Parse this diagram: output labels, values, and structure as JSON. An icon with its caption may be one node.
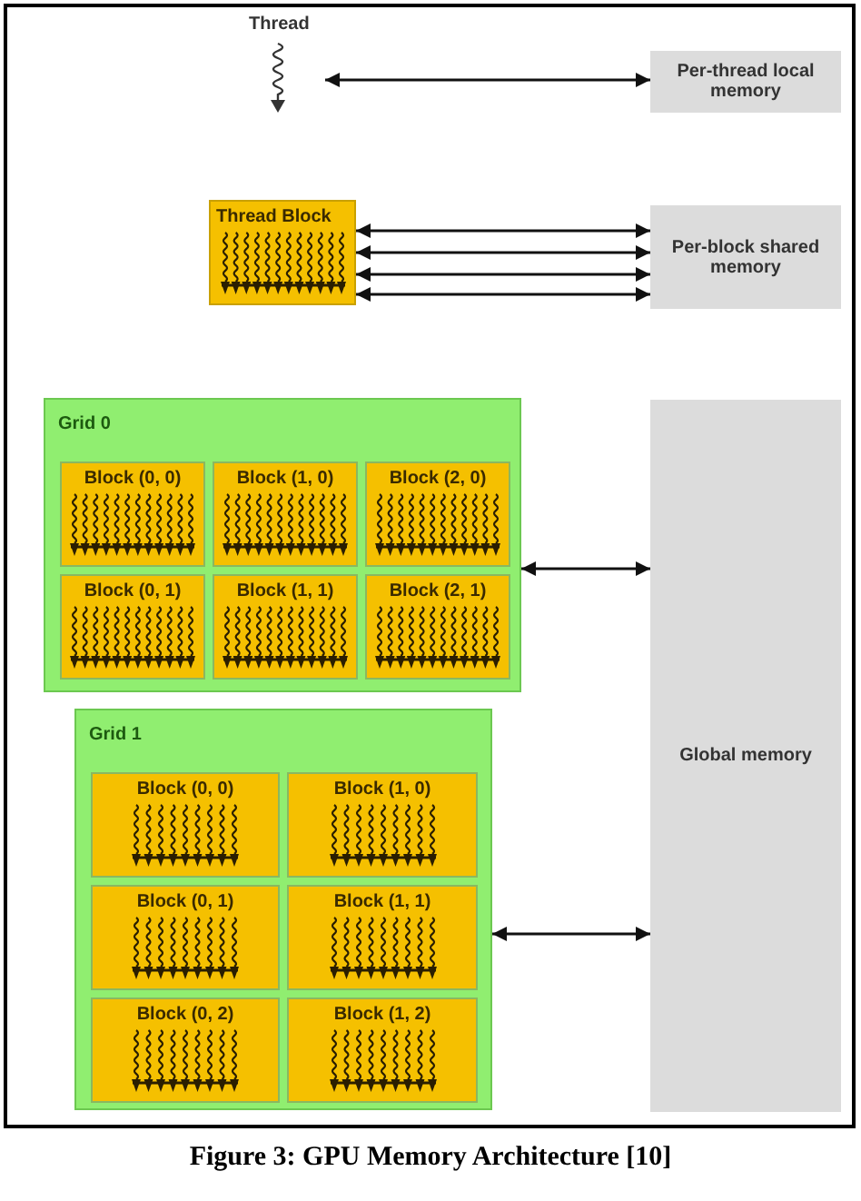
{
  "diagram": {
    "caption": "Figure 3: GPU Memory Architecture [10]",
    "nodes": [
      {
        "text": [
          "Thread"
        ]
      },
      {
        "text": [
          "Per-thread local memory"
        ]
      },
      {
        "text": [
          "Thread Block"
        ]
      },
      {
        "text": [
          "Per-block shared memory"
        ]
      },
      {
        "text": [
          "Grid 0"
        ]
      },
      {
        "text": [
          "Block (0, 0)"
        ],
        "in": 4
      },
      {
        "text": [
          "Block (1, 0)"
        ],
        "in": 4
      },
      {
        "text": [
          "Block (2, 0)"
        ],
        "in": 4
      },
      {
        "text": [
          "Block (0, 1)"
        ],
        "in": 4
      },
      {
        "text": [
          "Block (1, 1)"
        ],
        "in": 4
      },
      {
        "text": [
          "Block (2, 1)"
        ],
        "in": 4
      },
      {
        "text": [
          "Grid 1"
        ]
      },
      {
        "text": [
          "Block (0, 0)"
        ],
        "in": 11
      },
      {
        "text": [
          "Block (1, 0)"
        ],
        "in": 11
      },
      {
        "text": [
          "Block (0, 1)"
        ],
        "in": 11
      },
      {
        "text": [
          "Block (1, 1)"
        ],
        "in": 11
      },
      {
        "text": [
          "Block (0, 2)"
        ],
        "in": 11
      },
      {
        "text": [
          "Block (1, 2)"
        ],
        "in": 11
      },
      {
        "text": [
          "Global memory"
        ]
      }
    ],
    "edges": [
      {
        "from": 0,
        "to": 1,
        "arrow": "both"
      },
      {
        "from": 2,
        "to": 3,
        "arrow": "both"
      },
      {
        "from": 2,
        "to": 3,
        "arrow": "both"
      },
      {
        "from": 2,
        "to": 3,
        "arrow": "both"
      },
      {
        "from": 2,
        "to": 3,
        "arrow": "both"
      },
      {
        "from": 4,
        "to": 18,
        "arrow": "both"
      },
      {
        "from": 11,
        "to": 18,
        "arrow": "both"
      }
    ]
  }
}
